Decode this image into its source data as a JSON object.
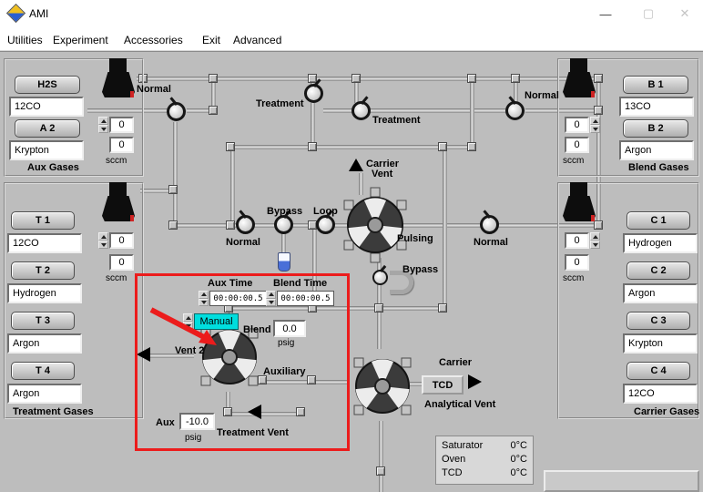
{
  "window": {
    "title": "AMI",
    "minimize_glyph": "—",
    "maximize_glyph": "▢",
    "close_glyph": "✕"
  },
  "menu": {
    "items": [
      "Utilities",
      "Experiment",
      "Accessories",
      "Exit",
      "Advanced"
    ]
  },
  "panels": {
    "aux": {
      "title": "Aux Gases",
      "valve_mode": "Normal",
      "gases": [
        {
          "button": "H2S",
          "name": "12CO"
        },
        {
          "button": "A 2",
          "name": "Krypton"
        }
      ],
      "flow": {
        "setpoint": "0",
        "actual": "0",
        "unit": "sccm"
      }
    },
    "blend": {
      "title": "Blend Gases",
      "valve_mode": "Normal",
      "gases": [
        {
          "button": "B 1",
          "name": "13CO"
        },
        {
          "button": "B 2",
          "name": "Argon"
        }
      ],
      "flow": {
        "setpoint": "0",
        "actual": "0",
        "unit": "sccm"
      }
    },
    "treatment": {
      "title": "Treatment Gases",
      "gases": [
        {
          "button": "T 1",
          "name": "12CO"
        },
        {
          "button": "T 2",
          "name": "Hydrogen"
        },
        {
          "button": "T 3",
          "name": "Argon"
        },
        {
          "button": "T 4",
          "name": "Argon"
        }
      ],
      "flow": {
        "setpoint": "0",
        "actual": "0",
        "unit": "sccm"
      }
    },
    "carrier": {
      "title": "Carrier Gases",
      "gases": [
        {
          "button": "C 1",
          "name": "Hydrogen"
        },
        {
          "button": "C 2",
          "name": "Argon"
        },
        {
          "button": "C 3",
          "name": "Krypton"
        },
        {
          "button": "C 4",
          "name": "12CO"
        }
      ],
      "flow": {
        "setpoint": "0",
        "actual": "0",
        "unit": "sccm"
      }
    }
  },
  "diagram": {
    "treatment_label_1": "Treatment",
    "treatment_label_2": "Treatment",
    "carrier_vent_line1": "Carrier",
    "carrier_vent_line2": "Vent",
    "bypass_label": "Bypass",
    "loop_label": "Loop",
    "normal_mid_left": "Normal",
    "normal_mid_right": "Normal",
    "pulsing_label": "Pulsing",
    "bypass2_label": "Bypass",
    "vent2_label": "Vent 2",
    "auxiliary_label": "Auxiliary",
    "treatment_vent_label": "Treatment Vent",
    "carrier_label": "Carrier",
    "tcd_button": "TCD",
    "analytical_vent_label": "Analytical Vent"
  },
  "controls": {
    "aux_time_label": "Aux Time",
    "aux_time_value": "00:00:00.5",
    "blend_time_label": "Blend Time",
    "blend_time_value": "00:00:00.5",
    "manual_button": "Manual",
    "blend_pressure_label": "Blend",
    "blend_pressure_value": "0.0",
    "blend_pressure_unit": "psig",
    "aux_pressure_label": "Aux",
    "aux_pressure_value": "-10.0",
    "aux_pressure_unit": "psig"
  },
  "status": {
    "rows": [
      {
        "name": "Saturator",
        "value": "0°C"
      },
      {
        "name": "Oven",
        "value": "0°C"
      },
      {
        "name": "TCD",
        "value": "0°C"
      }
    ]
  }
}
